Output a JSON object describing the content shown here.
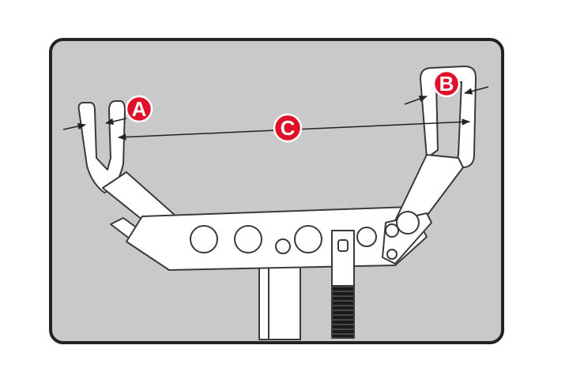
{
  "callouts": [
    {
      "id": "A",
      "label": "A"
    },
    {
      "id": "B",
      "label": "B"
    },
    {
      "id": "C",
      "label": "C"
    }
  ],
  "colors": {
    "panel_fill": "#c9c9c9",
    "panel_border": "#222222",
    "part_fill": "#ffffff",
    "part_outline": "#3a3a3a",
    "callout_fill": "#e0102a",
    "callout_outline": "#ffffff",
    "dimension_line": "#222222"
  },
  "icons": [
    "bracket-diagram",
    "callout-marker",
    "dimension-arrow"
  ]
}
